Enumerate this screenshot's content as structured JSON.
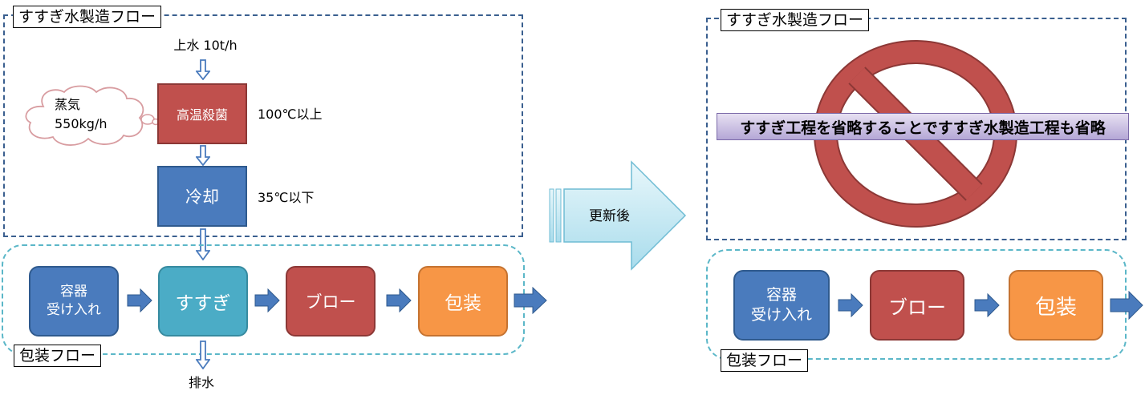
{
  "left": {
    "title": "すすぎ水製造フロー",
    "inlet_label": "上水 10t/h",
    "steam": {
      "label": "蒸気",
      "amount": "550kg/h"
    },
    "sterilize": {
      "label": "高温殺菌",
      "temp": "100℃以上"
    },
    "cool": {
      "label": "冷却",
      "temp": "35℃以下"
    },
    "packaging_flow_label": "包装フロー",
    "drain_label": "排水",
    "steps": [
      "容器\n受け入れ",
      "すすぎ",
      "ブロー",
      "包装"
    ]
  },
  "center": {
    "arrow_label": "更新後"
  },
  "right": {
    "title": "すすぎ水製造フロー",
    "banner": "すすぎ工程を省略することですすぎ水製造工程も省略",
    "packaging_flow_label": "包装フロー",
    "steps": [
      "容器\n受け入れ",
      "ブロー",
      "包装"
    ]
  },
  "colors": {
    "blue": "#4a7bbd",
    "teal": "#4bacc6",
    "red": "#c0504d",
    "orange": "#f79646",
    "navy_dash": "#3a5f8f",
    "teal_dash": "#5bb7c8"
  },
  "icons": [
    "cloud-icon",
    "prohibition-icon",
    "arrow-right-icon",
    "arrow-down-icon"
  ]
}
